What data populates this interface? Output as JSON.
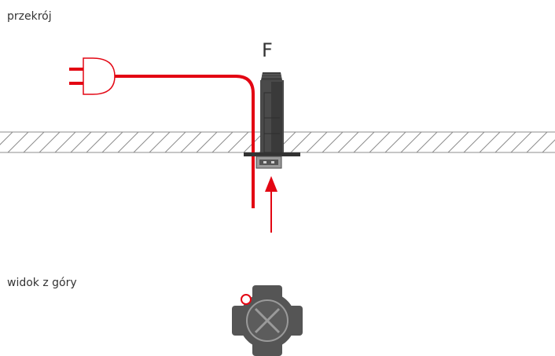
{
  "labels": {
    "section": "przekrój",
    "top_view": "widok z góry",
    "marker": "F"
  },
  "colors": {
    "cable": "#e30613",
    "device_body": "#4a4a4a",
    "device_dark": "#3a3a3a",
    "device_light": "#9a9a9a",
    "hatch": "#8c8c8c",
    "plug_outline": "#e30613",
    "text": "#333333"
  },
  "icons": {
    "plug": "power-plug-icon",
    "arrow": "arrow-up-icon",
    "top_view": "top-view-cross-icon"
  }
}
